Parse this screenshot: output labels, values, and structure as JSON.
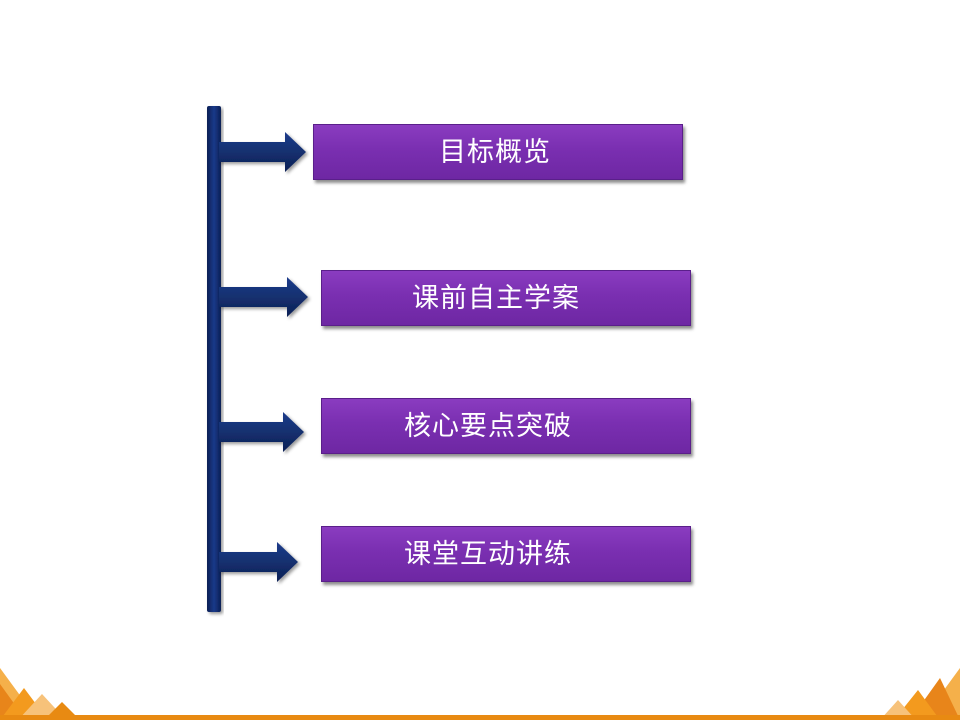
{
  "menu": {
    "items": [
      {
        "label": "目标概览"
      },
      {
        "label": "课前自主学案"
      },
      {
        "label": "核心要点突破"
      },
      {
        "label": "课堂互动讲练"
      }
    ]
  },
  "colors": {
    "spine": "#102a6b",
    "button_fill": "#7a2fb1",
    "button_text": "#ffffff",
    "accent_orange": "#f39a1e",
    "footer_line": "#e88a12"
  },
  "icons": [
    "arrow-right-icon",
    "triangle-decoration"
  ]
}
